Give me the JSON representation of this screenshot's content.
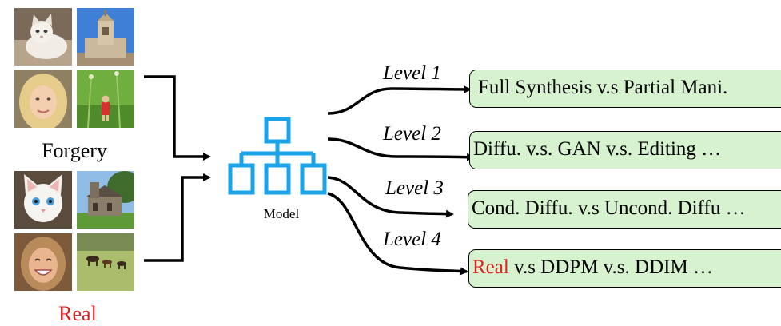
{
  "groups": {
    "forgery_label": "Forgery",
    "real_label": "Real"
  },
  "images": {
    "forgery": [
      {
        "subject": "fluffy white cat"
      },
      {
        "subject": "stone church tower against blue sky"
      },
      {
        "subject": "portrait of a blonde woman"
      },
      {
        "subject": "child in red among tall grass"
      }
    ],
    "real": [
      {
        "subject": "white kitten with blue eyes"
      },
      {
        "subject": "stone church on green lawn"
      },
      {
        "subject": "smiling woman portrait"
      },
      {
        "subject": "horses grazing in a field"
      }
    ]
  },
  "model": {
    "label": "Model",
    "icon": "hierarchy-icon",
    "color": "#1aa3e8"
  },
  "levels": [
    {
      "label": "Level 1",
      "text": "Full Synthesis v.s Partial Mani."
    },
    {
      "label": "Level 2",
      "text": "Diffu. v.s. GAN v.s. Editing …"
    },
    {
      "label": "Level 3",
      "text": "Cond. Diffu. v.s Uncond. Diffu …"
    },
    {
      "label": "Level 4",
      "text_red": "Real",
      "text_rest": " v.s DDPM v.s. DDIM …"
    }
  ],
  "colors": {
    "box_fill": "#d6f2cf",
    "real_text": "#e02020",
    "icon": "#1aa3e8"
  }
}
